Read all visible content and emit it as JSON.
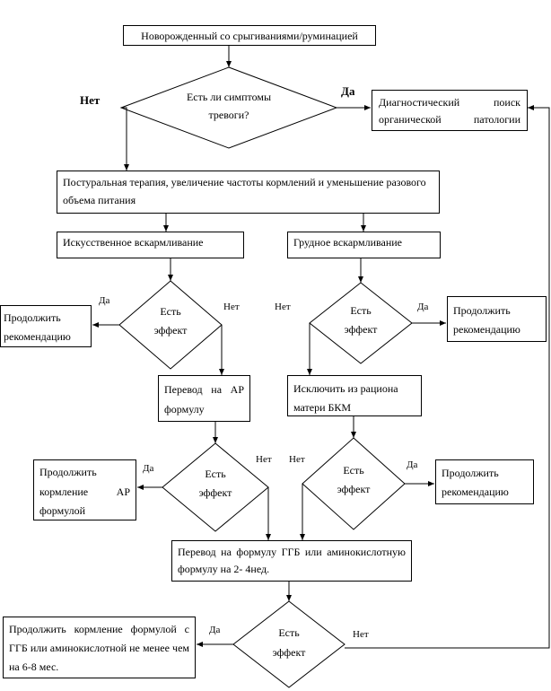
{
  "nodes": {
    "newborn": "Новорожденный со срыгиваниями/руминацией",
    "alarm_question_1": "Есть ли симптомы",
    "alarm_question_2": "тревоги?",
    "diagnostic_search": "Диагностический поиск органической патологии",
    "postural_therapy": "Постуральная терапия, увеличение частоты кормлений и уменьшение разового объема питания",
    "artificial_feeding": "Искусственное вскармливание",
    "breast_feeding": "Грудное вскармливание",
    "effect_q1": "Есть эффект",
    "effect_q2": "Есть эффект",
    "effect_q3": "Есть эффект",
    "effect_q4": "Есть эффект",
    "effect_q5": "Есть эффект",
    "continue_recs_left": "Продолжить рекомендацию",
    "continue_recs_right_1": "Продолжить рекомендацию",
    "continue_recs_right_2": "Продолжить рекомендацию",
    "switch_ar_formula": "Перевод на АР формулу",
    "exclude_cmp": "Исключить из рациона матери БКМ",
    "continue_ar": "Продолжить кормление АР формулой",
    "switch_hydrolysate": "Перевод на формулу ГГБ или аминокислотную формулу на 2- 4нед.",
    "continue_final": "Продолжить кормление формулой с ГГБ или аминокислотной не менее чем на 6-8 мес."
  },
  "labels": {
    "no_main": "Нет",
    "yes_main": "Да",
    "yes_1": "Да",
    "no_1": "Нет",
    "no_2": "Нет",
    "yes_2": "Да",
    "no_3": "Нет",
    "no_4": "Нет",
    "yes_3": "Да",
    "yes_4": "Да",
    "yes_5": "Да",
    "no_5": "Нет"
  }
}
